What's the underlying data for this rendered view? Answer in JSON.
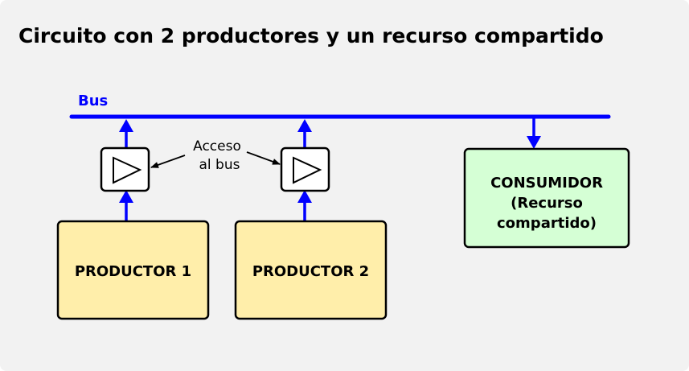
{
  "title": "Circuito con 2 productores y un recurso compartido",
  "bus": {
    "label": "Bus",
    "color": "#0000ff"
  },
  "access_label": {
    "line1": "Acceso",
    "line2": "al bus"
  },
  "producers": [
    {
      "label": "PRODUCTOR 1"
    },
    {
      "label": "PRODUCTOR 2"
    }
  ],
  "consumer": {
    "line1": "CONSUMIDOR",
    "line2": "(Recurso",
    "line3": "compartido)"
  },
  "colors": {
    "background": "#f2f2f2",
    "producer_fill": "#ffeeaa",
    "consumer_fill": "#d5ffd5",
    "buffer_fill": "#ffffff",
    "stroke": "#000000"
  },
  "icons": {
    "buffer": "tri-state-buffer-icon"
  }
}
